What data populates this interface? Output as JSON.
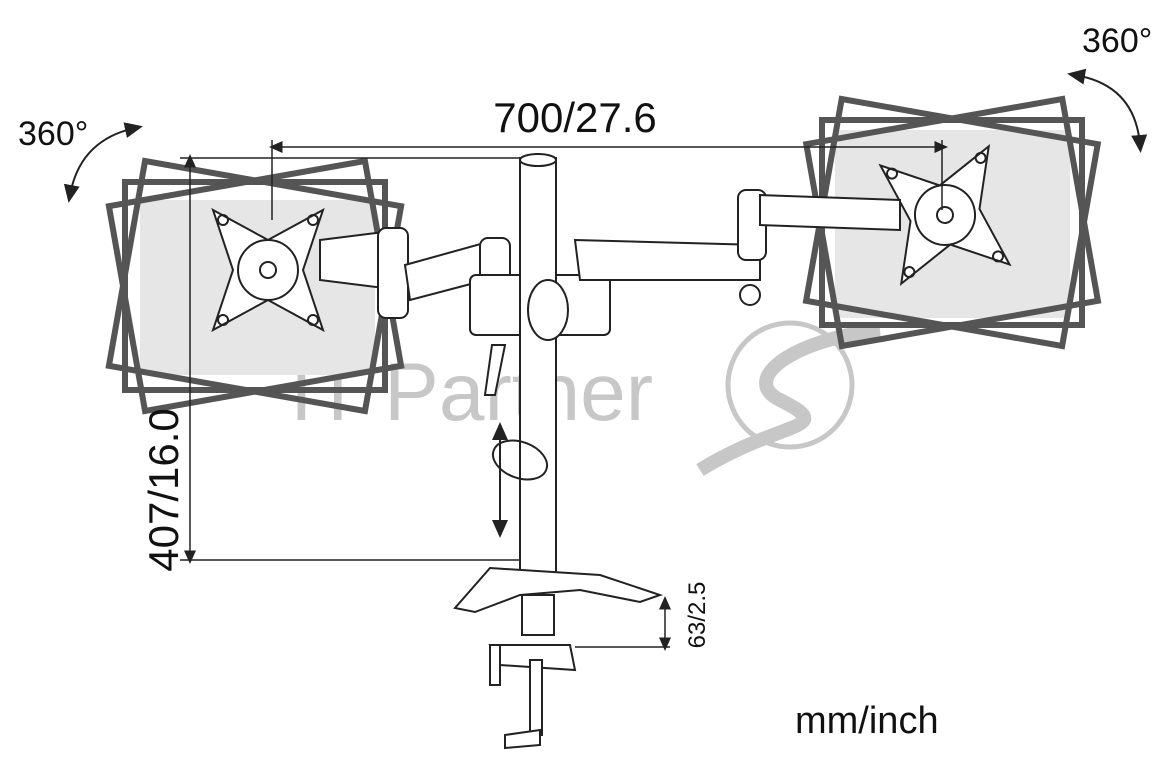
{
  "labels": {
    "rotation_left": "360°",
    "rotation_right": "360°",
    "width_dimension": "700/27.6",
    "height_dimension": "407/16.0",
    "clamp_dimension": "63/2.5",
    "units": "mm/inch"
  },
  "watermark": {
    "text": "IT Partner"
  },
  "colors": {
    "frame": "#555555",
    "panel": "#e6e6e6",
    "line": "#222222",
    "watermark": "#9a9a9a"
  }
}
